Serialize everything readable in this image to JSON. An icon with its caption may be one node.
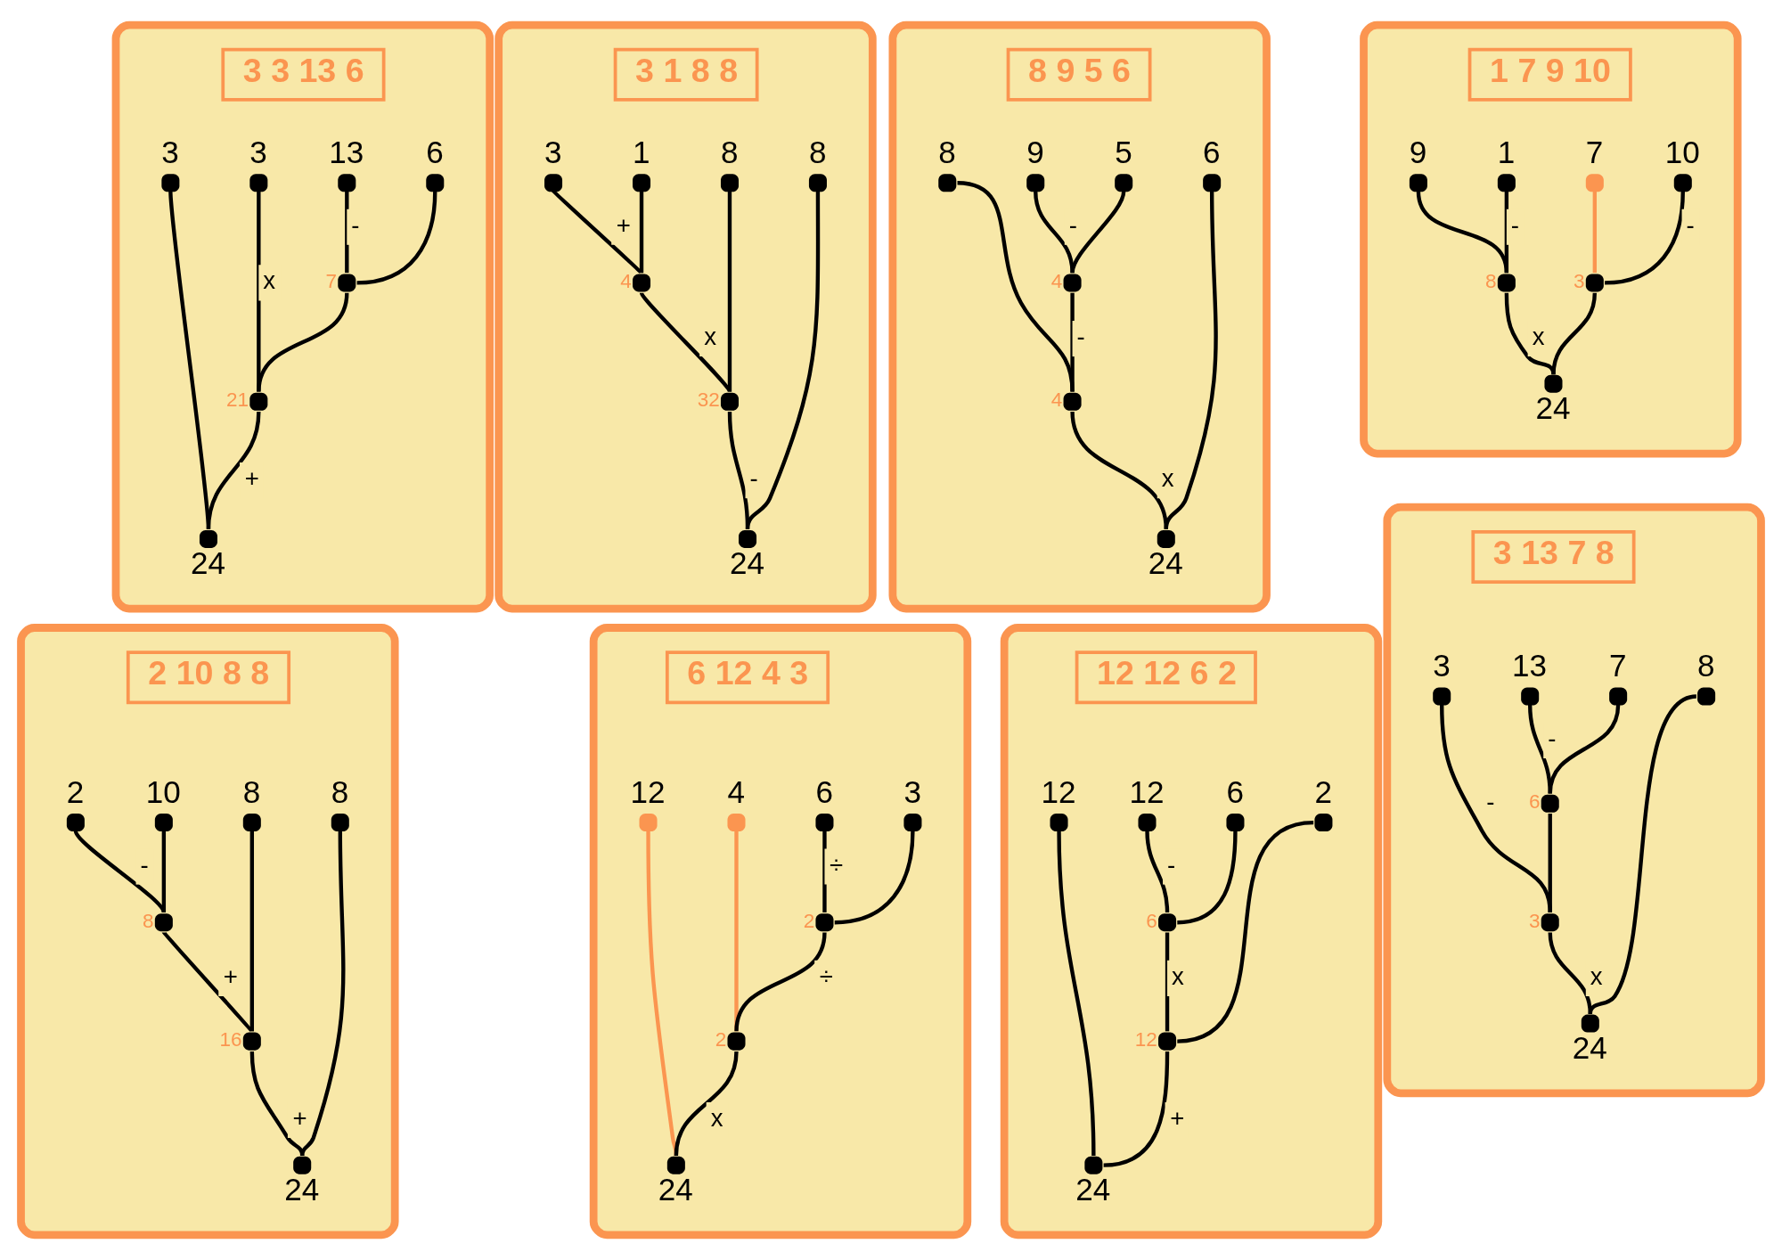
{
  "diagram": {
    "nodes": [
      {
        "text": [],
        "shape": "box"
      },
      {
        "text": [
          "3 3 13 6"
        ],
        "in": 0
      },
      {
        "text": [],
        "shape": "circle",
        "in": 0,
        "beside": [
          "3"
        ]
      },
      {
        "text": [],
        "shape": "circle",
        "in": 0,
        "beside": [
          "3"
        ]
      },
      {
        "text": [],
        "shape": "circle",
        "in": 0,
        "beside": [
          "13"
        ]
      },
      {
        "text": [],
        "shape": "circle",
        "in": 0,
        "beside": [
          "6"
        ]
      },
      {
        "text": [],
        "shape": "circle",
        "in": 0,
        "beside": [
          "7"
        ]
      },
      {
        "text": [],
        "shape": "circle",
        "in": 0,
        "beside": [
          "21"
        ]
      },
      {
        "text": [],
        "shape": "circle",
        "in": 0,
        "beside": [
          "24"
        ]
      },
      {
        "text": [],
        "shape": "box"
      },
      {
        "text": [
          "3 1 8 8"
        ],
        "in": 9
      },
      {
        "text": [],
        "shape": "circle",
        "in": 9,
        "beside": [
          "3"
        ]
      },
      {
        "text": [],
        "shape": "circle",
        "in": 9,
        "beside": [
          "1"
        ]
      },
      {
        "text": [],
        "shape": "circle",
        "in": 9,
        "beside": [
          "8"
        ]
      },
      {
        "text": [],
        "shape": "circle",
        "in": 9,
        "beside": [
          "8"
        ]
      },
      {
        "text": [],
        "shape": "circle",
        "in": 9,
        "beside": [
          "4"
        ]
      },
      {
        "text": [],
        "shape": "circle",
        "in": 9,
        "beside": [
          "32"
        ]
      },
      {
        "text": [],
        "shape": "circle",
        "in": 9,
        "beside": [
          "24"
        ]
      },
      {
        "text": [],
        "shape": "box"
      },
      {
        "text": [
          "8 9 5 6"
        ],
        "in": 18
      },
      {
        "text": [],
        "shape": "circle",
        "in": 18,
        "beside": [
          "8"
        ]
      },
      {
        "text": [],
        "shape": "circle",
        "in": 18,
        "beside": [
          "9"
        ]
      },
      {
        "text": [],
        "shape": "circle",
        "in": 18,
        "beside": [
          "5"
        ]
      },
      {
        "text": [],
        "shape": "circle",
        "in": 18,
        "beside": [
          "6"
        ]
      },
      {
        "text": [],
        "shape": "circle",
        "in": 18,
        "beside": [
          "4"
        ]
      },
      {
        "text": [],
        "shape": "circle",
        "in": 18,
        "beside": [
          "4"
        ]
      },
      {
        "text": [],
        "shape": "circle",
        "in": 18,
        "beside": [
          "24"
        ]
      },
      {
        "text": [],
        "shape": "box"
      },
      {
        "text": [
          "1 7 9 10"
        ],
        "in": 27
      },
      {
        "text": [],
        "shape": "circle",
        "in": 27,
        "beside": [
          "1"
        ]
      },
      {
        "text": [],
        "shape": "circle",
        "in": 27,
        "beside": [
          "7"
        ]
      },
      {
        "text": [],
        "shape": "circle",
        "in": 27,
        "beside": [
          "9"
        ]
      },
      {
        "text": [],
        "shape": "circle",
        "in": 27,
        "beside": [
          "10"
        ]
      },
      {
        "text": [],
        "shape": "circle",
        "in": 27,
        "beside": [
          "8"
        ]
      },
      {
        "text": [],
        "shape": "circle",
        "in": 27,
        "beside": [
          "3"
        ]
      },
      {
        "text": [],
        "shape": "circle",
        "in": 27,
        "beside": [
          "24"
        ]
      },
      {
        "text": [],
        "shape": "box"
      },
      {
        "text": [
          "2 10 8 8"
        ],
        "in": 36
      },
      {
        "text": [],
        "shape": "circle",
        "in": 36,
        "beside": [
          "2"
        ]
      },
      {
        "text": [],
        "shape": "circle",
        "in": 36,
        "beside": [
          "10"
        ]
      },
      {
        "text": [],
        "shape": "circle",
        "in": 36,
        "beside": [
          "8"
        ]
      },
      {
        "text": [],
        "shape": "circle",
        "in": 36,
        "beside": [
          "8"
        ]
      },
      {
        "text": [],
        "shape": "circle",
        "in": 36,
        "beside": [
          "8"
        ]
      },
      {
        "text": [],
        "shape": "circle",
        "in": 36,
        "beside": [
          "16"
        ]
      },
      {
        "text": [],
        "shape": "circle",
        "in": 36,
        "beside": [
          "24"
        ]
      },
      {
        "text": [],
        "shape": "box"
      },
      {
        "text": [
          "6 12 4 3"
        ],
        "in": 45
      },
      {
        "text": [],
        "shape": "circle",
        "in": 45,
        "beside": [
          "6"
        ]
      },
      {
        "text": [],
        "shape": "circle",
        "in": 45,
        "beside": [
          "12"
        ]
      },
      {
        "text": [],
        "shape": "circle",
        "in": 45,
        "beside": [
          "4"
        ]
      },
      {
        "text": [],
        "shape": "circle",
        "in": 45,
        "beside": [
          "3"
        ]
      },
      {
        "text": [],
        "shape": "circle",
        "in": 45,
        "beside": [
          "2"
        ]
      },
      {
        "text": [],
        "shape": "circle",
        "in": 45,
        "beside": [
          "2"
        ]
      },
      {
        "text": [],
        "shape": "circle",
        "in": 45,
        "beside": [
          "24"
        ]
      },
      {
        "text": [],
        "shape": "box"
      },
      {
        "text": [
          "12 12 6 2"
        ],
        "in": 54
      },
      {
        "text": [],
        "shape": "circle",
        "in": 54,
        "beside": [
          "12"
        ]
      },
      {
        "text": [],
        "shape": "circle",
        "in": 54,
        "beside": [
          "12"
        ]
      },
      {
        "text": [],
        "shape": "circle",
        "in": 54,
        "beside": [
          "6"
        ]
      },
      {
        "text": [],
        "shape": "circle",
        "in": 54,
        "beside": [
          "2"
        ]
      },
      {
        "text": [],
        "shape": "circle",
        "in": 54,
        "beside": [
          "6"
        ]
      },
      {
        "text": [],
        "shape": "circle",
        "in": 54,
        "beside": [
          "12"
        ]
      },
      {
        "text": [],
        "shape": "circle",
        "in": 54,
        "beside": [
          "24"
        ]
      },
      {
        "text": [],
        "shape": "box"
      },
      {
        "text": [
          "3 13 7 8"
        ],
        "in": 63
      },
      {
        "text": [],
        "shape": "circle",
        "in": 63,
        "beside": [
          "3"
        ]
      },
      {
        "text": [],
        "shape": "circle",
        "in": 63,
        "beside": [
          "13"
        ]
      },
      {
        "text": [],
        "shape": "circle",
        "in": 63,
        "beside": [
          "7"
        ]
      },
      {
        "text": [],
        "shape": "circle",
        "in": 63,
        "beside": [
          "8"
        ]
      },
      {
        "text": [],
        "shape": "circle",
        "in": 63,
        "beside": [
          "6"
        ]
      },
      {
        "text": [],
        "shape": "circle",
        "in": 63,
        "beside": [
          "3"
        ]
      },
      {
        "text": [],
        "shape": "circle",
        "in": 63,
        "beside": [
          "24"
        ]
      }
    ],
    "edges": [
      {
        "from": 4,
        "to": 6,
        "arrow": "none",
        "label": "-"
      },
      {
        "from": 5,
        "to": 6,
        "arrow": "none"
      },
      {
        "from": 3,
        "to": 7,
        "arrow": "none",
        "label": "x"
      },
      {
        "from": 6,
        "to": 7,
        "arrow": "none"
      },
      {
        "from": 2,
        "to": 8,
        "arrow": "none"
      },
      {
        "from": 7,
        "to": 8,
        "arrow": "none",
        "label": "+"
      },
      {
        "from": 11,
        "to": 15,
        "arrow": "none",
        "label": "+"
      },
      {
        "from": 12,
        "to": 15,
        "arrow": "none"
      },
      {
        "from": 15,
        "to": 16,
        "arrow": "none",
        "label": "x"
      },
      {
        "from": 13,
        "to": 16,
        "arrow": "none"
      },
      {
        "from": 16,
        "to": 17,
        "arrow": "none",
        "label": "-"
      },
      {
        "from": 14,
        "to": 17,
        "arrow": "none"
      },
      {
        "from": 21,
        "to": 24,
        "arrow": "none",
        "label": "-"
      },
      {
        "from": 22,
        "to": 24,
        "arrow": "none"
      },
      {
        "from": 20,
        "to": 25,
        "arrow": "none"
      },
      {
        "from": 24,
        "to": 25,
        "arrow": "none",
        "label": "-"
      },
      {
        "from": 25,
        "to": 26,
        "arrow": "none",
        "label": "x"
      },
      {
        "from": 23,
        "to": 26,
        "arrow": "none"
      },
      {
        "from": 29,
        "to": 33,
        "arrow": "none",
        "label": "-"
      },
      {
        "from": 31,
        "to": 33,
        "arrow": "none"
      },
      {
        "from": 30,
        "to": 34,
        "arrow": "none",
        "color": "#fb9550"
      },
      {
        "from": 32,
        "to": 34,
        "arrow": "none",
        "label": "-"
      },
      {
        "from": 33,
        "to": 35,
        "arrow": "none",
        "label": "x"
      },
      {
        "from": 34,
        "to": 35,
        "arrow": "none"
      },
      {
        "from": 38,
        "to": 42,
        "arrow": "none",
        "label": "-"
      },
      {
        "from": 39,
        "to": 42,
        "arrow": "none"
      },
      {
        "from": 42,
        "to": 43,
        "arrow": "none",
        "label": "+"
      },
      {
        "from": 40,
        "to": 43,
        "arrow": "none"
      },
      {
        "from": 43,
        "to": 44,
        "arrow": "none",
        "label": "+"
      },
      {
        "from": 41,
        "to": 44,
        "arrow": "none"
      },
      {
        "from": 47,
        "to": 51,
        "arrow": "none",
        "label": "÷"
      },
      {
        "from": 50,
        "to": 51,
        "arrow": "none"
      },
      {
        "from": 51,
        "to": 52,
        "arrow": "none",
        "label": "÷"
      },
      {
        "from": 49,
        "to": 52,
        "arrow": "none",
        "color": "#fb9550"
      },
      {
        "from": 48,
        "to": 53,
        "arrow": "none",
        "color": "#fb9550"
      },
      {
        "from": 52,
        "to": 53,
        "arrow": "none",
        "label": "x"
      },
      {
        "from": 57,
        "to": 60,
        "arrow": "none",
        "label": "-"
      },
      {
        "from": 58,
        "to": 60,
        "arrow": "none"
      },
      {
        "from": 60,
        "to": 61,
        "arrow": "none",
        "label": "x"
      },
      {
        "from": 59,
        "to": 61,
        "arrow": "none"
      },
      {
        "from": 56,
        "to": 62,
        "arrow": "none"
      },
      {
        "from": 61,
        "to": 62,
        "arrow": "none",
        "label": "+"
      },
      {
        "from": 66,
        "to": 69,
        "arrow": "none",
        "label": "-"
      },
      {
        "from": 67,
        "to": 69,
        "arrow": "none"
      },
      {
        "from": 65,
        "to": 70,
        "arrow": "none",
        "label": "-"
      },
      {
        "from": 69,
        "to": 70,
        "arrow": "none"
      },
      {
        "from": 70,
        "to": 71,
        "arrow": "none",
        "label": "x"
      },
      {
        "from": 68,
        "to": 71,
        "arrow": "none"
      }
    ]
  }
}
